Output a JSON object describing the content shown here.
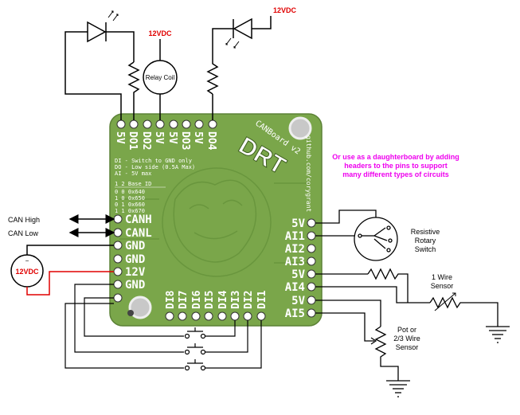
{
  "labels": {
    "v12_top_right": "12VDC",
    "v12_top_mid": "12VDC",
    "relay_coil": "Relay Coil",
    "can_high": "CAN High",
    "can_low": "CAN Low",
    "v12_left": "12VDC",
    "resistive_rotary_switch": [
      "Resistive",
      "Rotary",
      "Switch"
    ],
    "one_wire_sensor": [
      "1 Wire",
      "Sensor"
    ],
    "pot_sensor": [
      "Pot or",
      "2/3 Wire",
      "Sensor"
    ],
    "daughterboard_note": [
      "Or use as a daughterboard by adding",
      "headers to the pins to support",
      "many different types of circuits"
    ]
  },
  "board": {
    "title": "CANBoard v2",
    "logo": "DRT",
    "url": "github.com/corygrant",
    "legend": [
      "DI  - Switch to GND only",
      "DO  - Low side (0.5A Max)",
      "AI  - 5V max"
    ],
    "dip_table": {
      "header": "1 2 Base ID",
      "rows": [
        "0 0 0x640",
        "1 0 0x650",
        "0 1 0x660",
        "1 1 0x670"
      ]
    },
    "top_pins": [
      "5V",
      "DO1",
      "DO2",
      "5V",
      "5V",
      "DO3",
      "5V",
      "DO4"
    ],
    "left_pins": [
      "CANH",
      "CANL",
      "GND",
      "GND",
      "12V",
      "GND"
    ],
    "right_pins": [
      "5V",
      "AI1",
      "AI2",
      "AI3",
      "5V",
      "AI4",
      "5V",
      "AI5"
    ],
    "bottom_pins": [
      "DI8",
      "DI7",
      "DI6",
      "DI5",
      "DI4",
      "DI3",
      "DI2",
      "DI1"
    ]
  },
  "colors": {
    "pcb": "#7aa64a",
    "pcb_dark": "#557a2e",
    "wire": "#000000",
    "power_wire": "#e00000",
    "v12_text": "#e00000",
    "note_text": "#ee00ee"
  },
  "icons": [
    "led-icon",
    "resistor-icon",
    "relay-coil-icon",
    "switch-icon",
    "ground-icon",
    "rotary-switch-icon",
    "thermistor-icon",
    "potentiometer-icon"
  ]
}
